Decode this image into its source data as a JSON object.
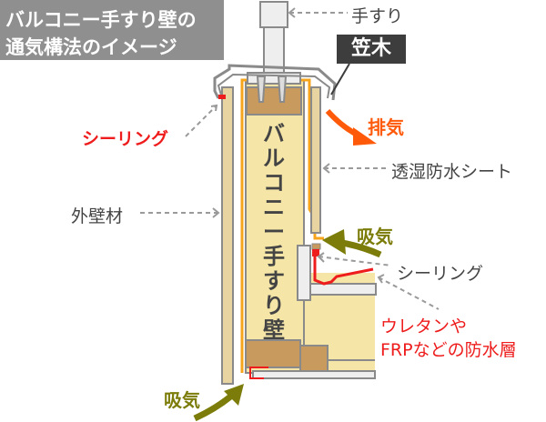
{
  "title": {
    "line1": "バルコニー手すり壁の",
    "line2": "通気構法のイメージ"
  },
  "labels": {
    "handrail": "手すり",
    "coping": "笠木",
    "exhaust": "排気",
    "sealing_top": "シーリング",
    "moisture_sheet": "透湿防水シート",
    "exterior_wall": "外壁材",
    "intake_upper": "吸気",
    "sealing_lower": "シーリング",
    "waterproof_line1": "ウレタンや",
    "waterproof_line2": "FRPなどの防水層",
    "intake_lower": "吸気",
    "wall_vertical": [
      "バ",
      "ル",
      "コ",
      "ニ",
      "ー",
      "手",
      "す",
      "り",
      "壁"
    ]
  },
  "colors": {
    "title_bg": "#8f8f8f",
    "coping_bg": "#3d3d3d",
    "wall_fill": "#f5e6a8",
    "wood": "#c89a5e",
    "siding": "#e8d4a0",
    "sheet_orange": "#f7a41d",
    "sealing_red": "#ee1c1c",
    "exhaust_arrow": "#ff5a0a",
    "intake_arrow": "#7c7c0a",
    "outline": "#8a8a8a"
  }
}
